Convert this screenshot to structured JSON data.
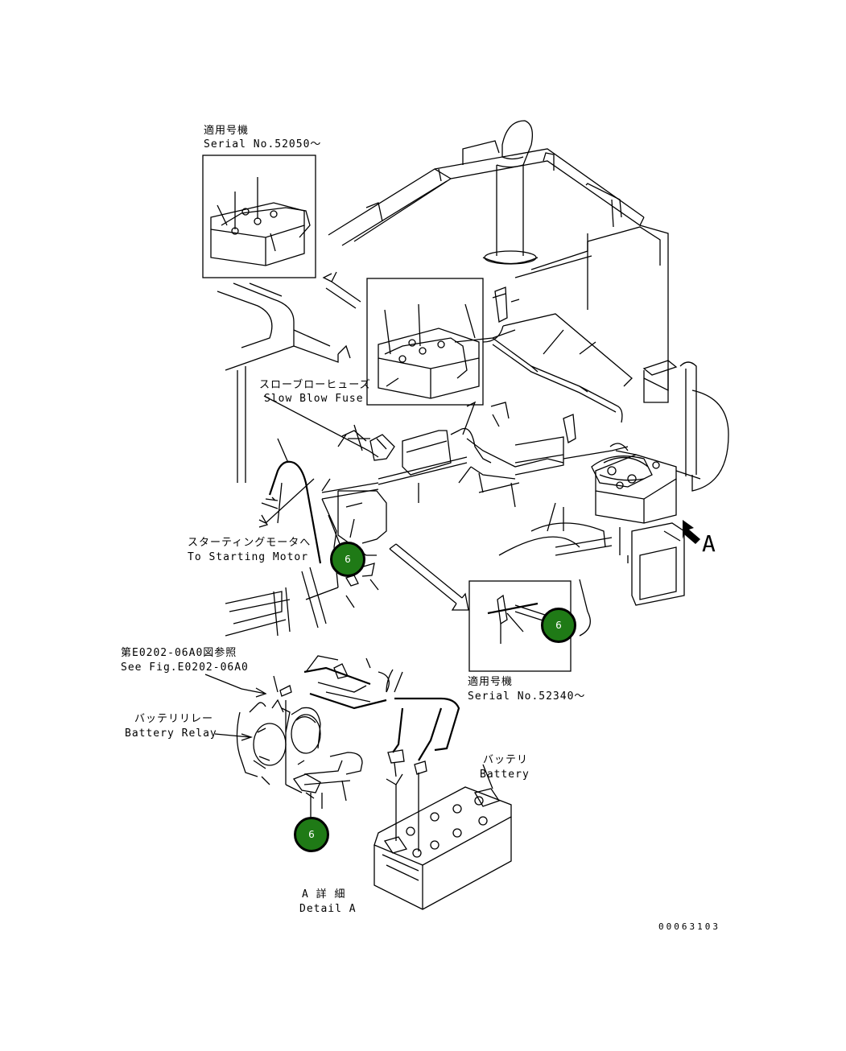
{
  "labels": {
    "serial_1_jp": "適用号機",
    "serial_1_en": "Serial No.52050～",
    "fuse_jp": "スローブローヒューズ",
    "fuse_en": "Slow Blow Fuse",
    "starter_jp": "スターティングモータへ",
    "starter_en": "To Starting Motor",
    "serial_2_jp": "適用号機",
    "serial_2_en": "Serial No.52340～",
    "see_fig_jp": "第E0202-06A0図参照",
    "see_fig_en": "See Fig.E0202-06A0",
    "relay_jp": "バッテリリレー",
    "relay_en": "Battery Relay",
    "battery_jp": "バッテリ",
    "battery_en": "Battery",
    "detail_jp": "A 詳 細",
    "detail_en": "Detail A",
    "view_letter": "A",
    "drawing_number": "00063103"
  },
  "callouts": [
    {
      "id": "callout-6-main",
      "label": "6"
    },
    {
      "id": "callout-6-inset",
      "label": "6"
    },
    {
      "id": "callout-6-detail",
      "label": "6"
    }
  ],
  "colors": {
    "callout_fill": "#1f7a16",
    "line": "#000000",
    "background": "#ffffff"
  }
}
